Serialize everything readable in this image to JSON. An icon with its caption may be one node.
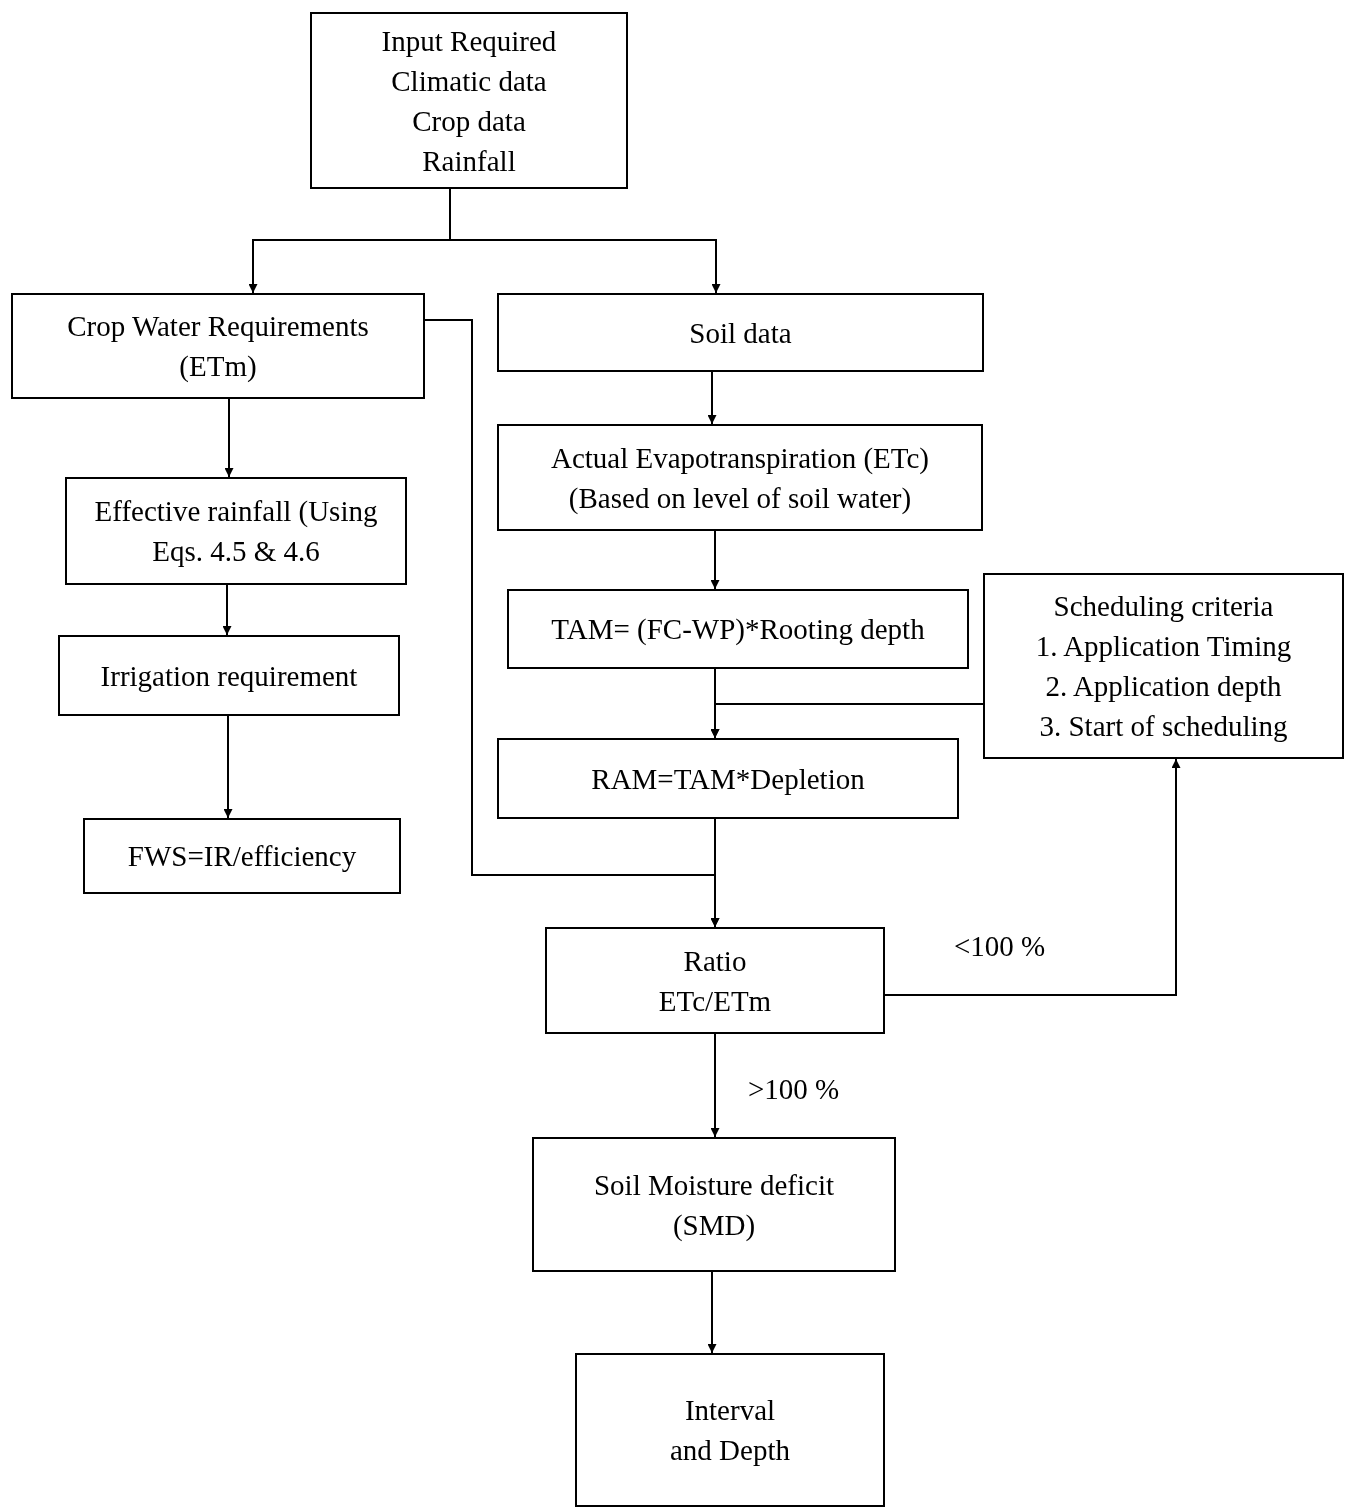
{
  "diagram": {
    "nodes": [
      {
        "text": [
          "Input Required",
          "Climatic data",
          "Crop data",
          "Rainfall"
        ]
      },
      {
        "text": [
          "Crop Water Requirements (ETm)"
        ]
      },
      {
        "text": [
          "Soil data"
        ]
      },
      {
        "text": [
          "Actual Evapotranspiration (ETc)",
          "(Based on level of soil water)"
        ]
      },
      {
        "text": [
          "Effective rainfall (Using Eqs. 4.5 & 4.6"
        ]
      },
      {
        "text": [
          "Irrigation requirement"
        ]
      },
      {
        "text": [
          "FWS=IR/efficiency"
        ]
      },
      {
        "text": [
          "TAM= (FC-WP)*Rooting depth"
        ]
      },
      {
        "text": [
          "Scheduling criteria",
          "1. Application Timing",
          "2. Application depth",
          "3. Start of scheduling"
        ]
      },
      {
        "text": [
          "RAM=TAM*Depletion"
        ]
      },
      {
        "text": [
          "Ratio",
          "ETc/ETm"
        ]
      },
      {
        "text": [
          "Soil Moisture deficit (SMD)"
        ]
      },
      {
        "text": [
          "Interval and Depth"
        ]
      }
    ],
    "edges": [
      {
        "from": 0,
        "to": 1,
        "arrow": "to"
      },
      {
        "from": 0,
        "to": 2,
        "arrow": "to"
      },
      {
        "from": 1,
        "to": 4,
        "arrow": "to"
      },
      {
        "from": 4,
        "to": 5,
        "arrow": "to"
      },
      {
        "from": 5,
        "to": 6,
        "arrow": "to"
      },
      {
        "from": 2,
        "to": 3,
        "arrow": "to"
      },
      {
        "from": 3,
        "to": 7,
        "arrow": "to"
      },
      {
        "from": 7,
        "to": 9,
        "arrow": "to"
      },
      {
        "from": 8,
        "to": 9,
        "arrow": "to"
      },
      {
        "from": 1,
        "to": 10,
        "arrow": "to"
      },
      {
        "from": 9,
        "to": 10,
        "arrow": "to"
      },
      {
        "from": 10,
        "to": 8,
        "arrow": "to",
        "label": "<100 %"
      },
      {
        "from": 10,
        "to": 11,
        "arrow": "to",
        "label": ">100 %"
      },
      {
        "from": 11,
        "to": 12,
        "arrow": "to"
      }
    ]
  }
}
